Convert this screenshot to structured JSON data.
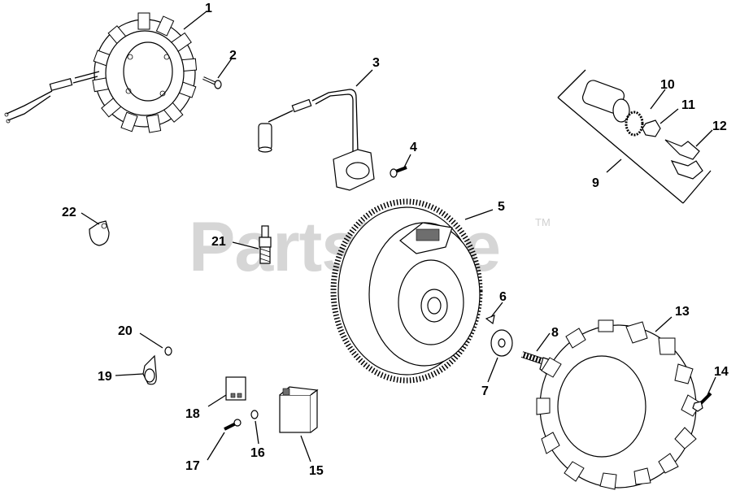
{
  "watermark": {
    "text": "PartsTree",
    "trademark": "TM"
  },
  "callouts": [
    "1",
    "2",
    "3",
    "4",
    "5",
    "6",
    "7",
    "8",
    "9",
    "10",
    "11",
    "12",
    "13",
    "14",
    "15",
    "16",
    "17",
    "18",
    "19",
    "20",
    "21",
    "22"
  ]
}
